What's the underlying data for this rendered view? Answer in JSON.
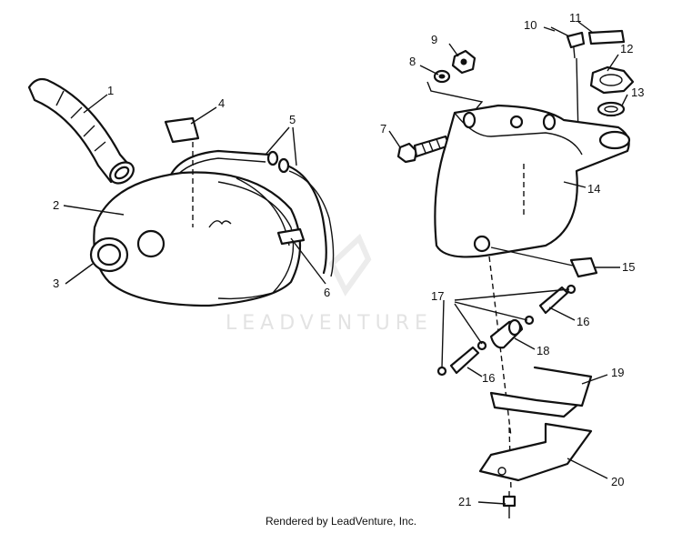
{
  "diagram": {
    "watermark": "LEADVENTURE",
    "callouts": [
      "1",
      "2",
      "3",
      "4",
      "5",
      "6",
      "7",
      "8",
      "9",
      "10",
      "11",
      "12",
      "13",
      "14",
      "15",
      "16",
      "16",
      "17",
      "18",
      "19",
      "20",
      "21"
    ]
  },
  "footer": {
    "text": "Rendered by LeadVenture, Inc."
  }
}
